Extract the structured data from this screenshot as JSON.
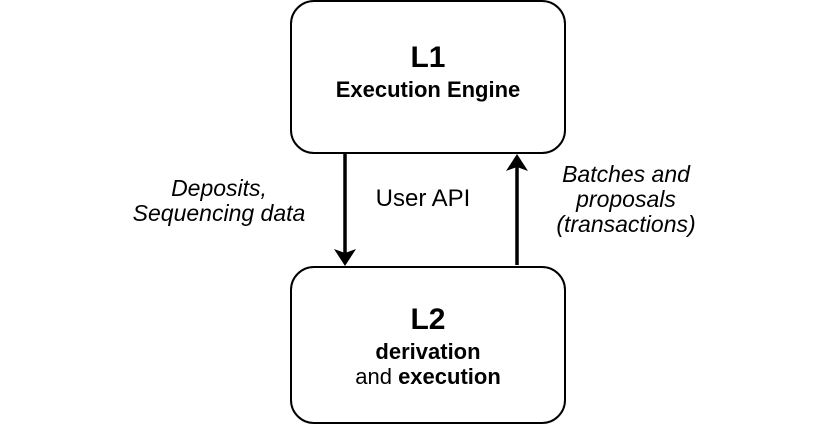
{
  "diagram": {
    "background_color": "#ffffff",
    "stroke_color": "#000000",
    "text_color": "#000000",
    "l1": {
      "title": "L1",
      "subtitle": "Execution Engine"
    },
    "l2": {
      "title": "L2",
      "line1": "derivation",
      "line2_regular": "and",
      "line2_bold": "execution"
    },
    "edge_labels": {
      "left_line1": "Deposits,",
      "left_line2": "Sequencing data",
      "middle": "User API",
      "right_line1": "Batches and",
      "right_line2": "proposals",
      "right_line3": "(transactions)"
    },
    "icons": {
      "down_arrow": "arrow-down",
      "up_arrow": "arrow-up"
    }
  }
}
